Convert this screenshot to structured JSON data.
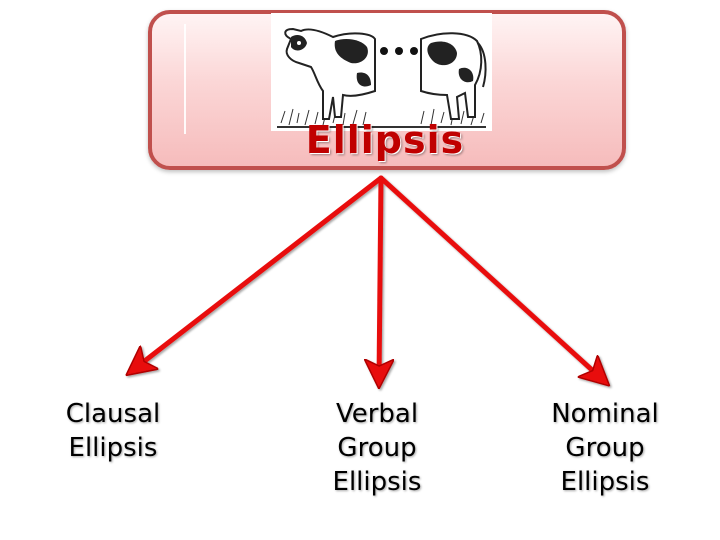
{
  "root": {
    "label": "Ellipsis",
    "image": "cow-with-ellipsis-image",
    "image_text": "..."
  },
  "children": [
    {
      "lines": [
        "Clausal",
        "Ellipsis"
      ]
    },
    {
      "lines": [
        "Verbal",
        "Group",
        "Ellipsis"
      ]
    },
    {
      "lines": [
        "Nominal",
        "Group",
        "Ellipsis"
      ]
    }
  ],
  "colors": {
    "arrow": "#e81010",
    "box_border": "#c0504d",
    "box_fill": "#f9c9c9",
    "root_text": "#c00000"
  }
}
